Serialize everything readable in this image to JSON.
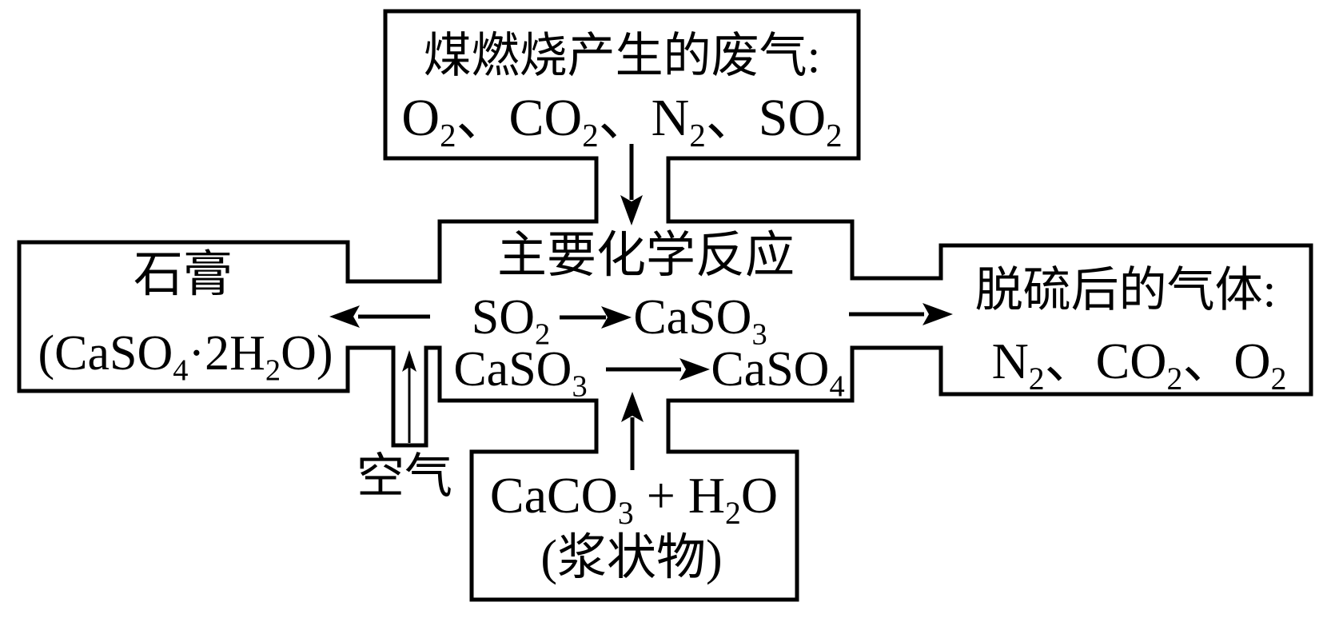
{
  "diagram": {
    "colors": {
      "ink": "#000000",
      "background": "#ffffff"
    },
    "boxes": {
      "waste_gas": {
        "line1": "煤燃烧产生的废气:",
        "line2": "O_2、CO_2、N_2、SO_2"
      },
      "reactions": {
        "title": "主要化学反应",
        "reaction1": {
          "reactant": "SO_2",
          "product": "CaSO_3"
        },
        "reaction2": {
          "reactant": "CaSO_3",
          "product": "CaSO_4"
        }
      },
      "gypsum": {
        "line1": "石膏",
        "line2": "(CaSO_4·2H_2O)"
      },
      "clean_gas": {
        "line1": "脱硫后的气体:",
        "line2": "N_2、CO_2、O_2"
      },
      "slurry": {
        "line1": "CaCO_3 + H_2O",
        "line2": "(浆状物)"
      }
    },
    "labels": {
      "air": "空气"
    },
    "flows": [
      {
        "name": "waste-gas-to-reactions",
        "direction": "down"
      },
      {
        "name": "reactions-to-gypsum",
        "direction": "left"
      },
      {
        "name": "reactions-to-clean-gas",
        "direction": "right"
      },
      {
        "name": "slurry-to-reactions",
        "direction": "up"
      },
      {
        "name": "air-to-reactions",
        "direction": "up"
      }
    ]
  }
}
